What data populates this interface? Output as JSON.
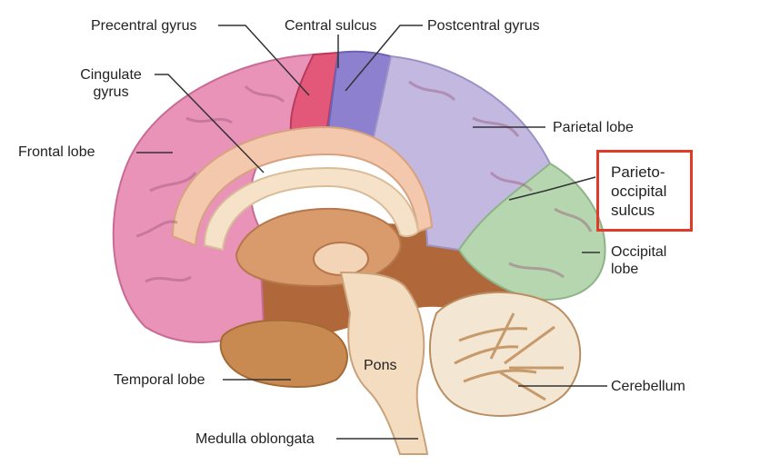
{
  "labels": {
    "precentral_gyrus": "Precentral gyrus",
    "central_sulcus": "Central sulcus",
    "postcentral_gyrus": "Postcentral gyrus",
    "cingulate_gyrus_1": "Cingulate",
    "cingulate_gyrus_2": "gyrus",
    "frontal_lobe": "Frontal lobe",
    "parietal_lobe": "Parietal lobe",
    "parieto_occipital_1": "Parieto-",
    "parieto_occipital_2": "occipital",
    "parieto_occipital_3": "sulcus",
    "occipital_lobe_1": "Occipital",
    "occipital_lobe_2": "lobe",
    "pons": "Pons",
    "temporal_lobe": "Temporal lobe",
    "cerebellum": "Cerebellum",
    "medulla_oblongata": "Medulla oblongata"
  },
  "highlight": {
    "target": "Parieto-occipital sulcus",
    "color": "#e23a28"
  },
  "colors": {
    "frontal": "#e993b8",
    "precentral": "#e35879",
    "postcentral": "#8c80cf",
    "parietal": "#c2b8e0",
    "occipital": "#b6d6b0",
    "cingulate": "#f3c8ad",
    "corpus_callosum": "#f5e2c8",
    "brainstem": "#f4dcc0",
    "temporal": "#c98a52",
    "deep": "#b0683a",
    "cerebellum": "#f3e6d2",
    "leader": "#333333"
  }
}
